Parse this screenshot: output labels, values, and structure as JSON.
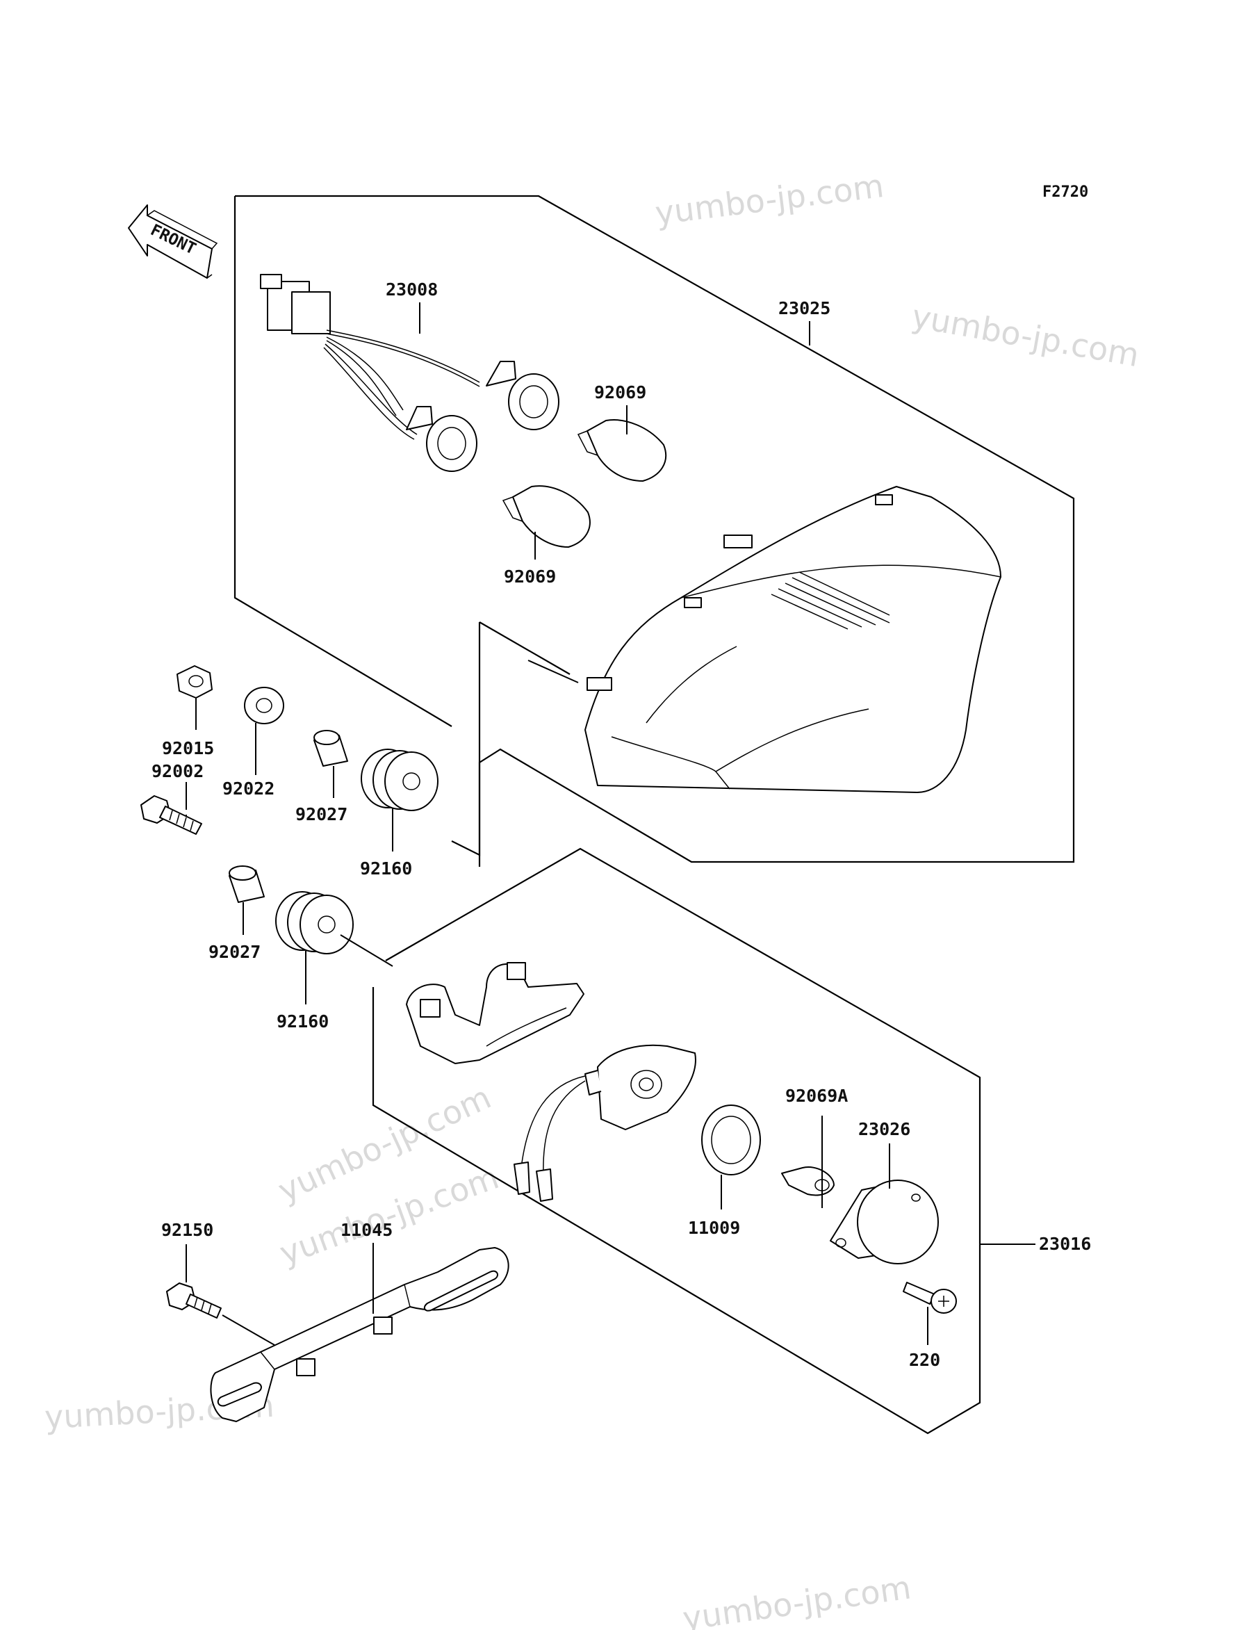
{
  "diagram": {
    "figure_code": "F2720",
    "front_arrow_label": "FRONT",
    "watermark_text": "yumbo-jp.com",
    "callouts": {
      "c23008": "23008",
      "c23025": "23025",
      "c92069_top": "92069",
      "c92069_bottom": "92069",
      "c92015": "92015",
      "c92022": "92022",
      "c92002": "92002",
      "c92027_top": "92027",
      "c92160_top": "92160",
      "c92027_bottom": "92027",
      "c92160_bottom": "92160",
      "c92069A": "92069A",
      "c23026": "23026",
      "c11009": "11009",
      "c23016": "23016",
      "c92150": "92150",
      "c11045": "11045",
      "c220": "220"
    }
  }
}
